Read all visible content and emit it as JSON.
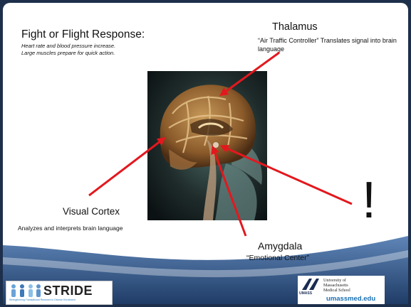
{
  "slide": {
    "title": "Fight or Flight Response:",
    "subtitle": "Heart rate and blood pressure increase.  Large muscles prepare for quick action."
  },
  "thalamus": {
    "label": "Thalamus",
    "description": "“Air Traffic Controller” Translates signal into brain language"
  },
  "visual_cortex": {
    "label": "Visual Cortex",
    "description": "Analyzes and interprets brain language"
  },
  "amygdala": {
    "label": "Amygdala",
    "description": "“Emotional Center”"
  },
  "alert_mark": "!",
  "logos": {
    "stride": {
      "name": "STRIDE",
      "tagline": "Strengthening Translational Research in Diverse Enrollment"
    },
    "umass": {
      "mark": "UMASS",
      "line1": "University of",
      "line2": "Massachusetts",
      "line3": "Medical School",
      "url": "umassmed.edu"
    }
  },
  "colors": {
    "arrow": "#e3181e",
    "bottom_band": "#3e6aa3",
    "background": "#ffffff"
  }
}
